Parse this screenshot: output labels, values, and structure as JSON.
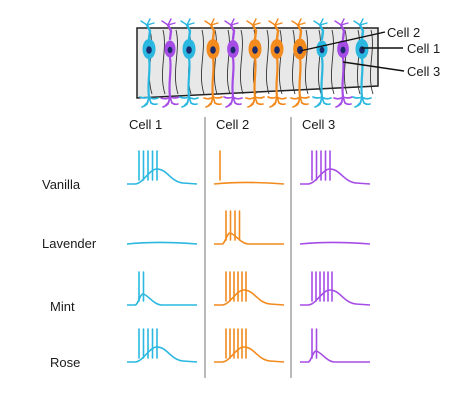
{
  "columns": [
    "Cell 1",
    "Cell 2",
    "Cell 3"
  ],
  "rows": [
    "Vanilla",
    "Lavender",
    "Mint",
    "Rose"
  ],
  "callouts": [
    "Cell 2",
    "Cell 1",
    "Cell 3"
  ],
  "colors": {
    "cell1": "#2ab7e0",
    "cell2": "#f28a1e",
    "cell3": "#a64ce6",
    "divider": "#8c8c8c"
  },
  "responses": [
    {
      "odor": "Vanilla",
      "cell1": {
        "spikes": 5,
        "shape": "broad"
      },
      "cell2": {
        "spikes": 1,
        "shape": "flat"
      },
      "cell3": {
        "spikes": 5,
        "shape": "broad"
      }
    },
    {
      "odor": "Lavender",
      "cell1": {
        "spikes": 0,
        "shape": "flat"
      },
      "cell2": {
        "spikes": 4,
        "shape": "narrow"
      },
      "cell3": {
        "spikes": 0,
        "shape": "flat"
      }
    },
    {
      "odor": "Mint",
      "cell1": {
        "spikes": 2,
        "shape": "narrow"
      },
      "cell2": {
        "spikes": 6,
        "shape": "broad"
      },
      "cell3": {
        "spikes": 6,
        "shape": "broad"
      }
    },
    {
      "odor": "Rose",
      "cell1": {
        "spikes": 5,
        "shape": "broad"
      },
      "cell2": {
        "spikes": 6,
        "shape": "broad"
      },
      "cell3": {
        "spikes": 2,
        "shape": "narrow"
      }
    }
  ]
}
